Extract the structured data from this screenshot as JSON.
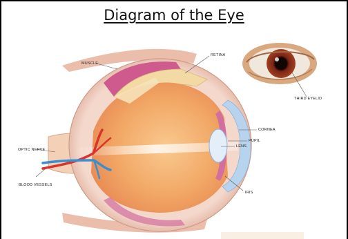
{
  "title": "Diagram of the Eye",
  "labels": {
    "retina": "RETINA",
    "muscle": "MUSCLE",
    "third_eyelid": "THIRD EYELID",
    "cornea": "CORNEA",
    "pupil": "PUPIL",
    "lens": "LENS",
    "optic_nerve": "OPTIC NERVE",
    "iris": "IRIS",
    "blood_vessels": "BLOOD VESSELS"
  },
  "colors": {
    "sclera_outer": "#e9c3b3",
    "choroid_pink": "#cf5a8e",
    "retina_yellow": "#f3d9a4",
    "vitreous": "#f2a866",
    "cornea_blue": "#b7d3ee",
    "artery_red": "#d8342b",
    "vein_blue": "#3a8fd0"
  }
}
